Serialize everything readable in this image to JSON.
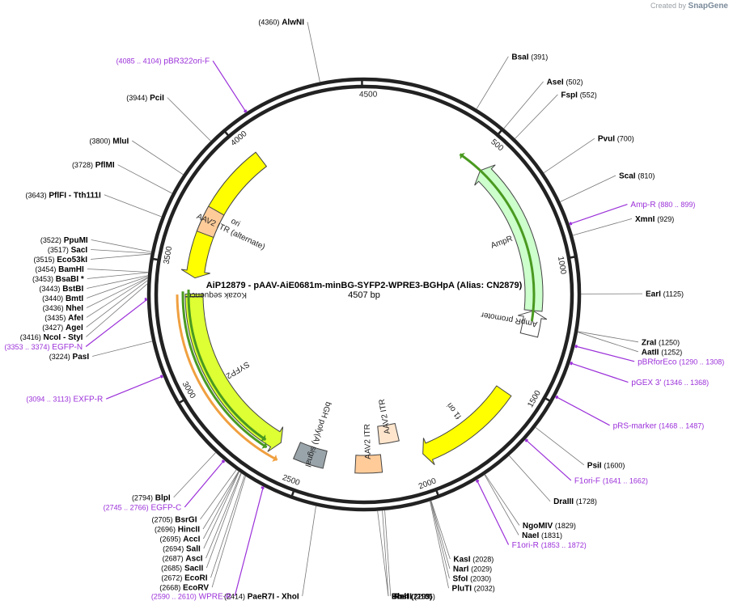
{
  "watermark": {
    "prefix": "Created by",
    "brand": "SnapGene"
  },
  "map": {
    "title": "AiP12879 - pAAV-AiE0681m-minBG-SYFP2-WPRE3-BGHpA (Alias: CN2879)",
    "length_label": "4507 bp",
    "total_bp": 4507
  },
  "ticks": [
    {
      "bp": 500,
      "label": "500"
    },
    {
      "bp": 1000,
      "label": "1000"
    },
    {
      "bp": 1500,
      "label": "1500"
    },
    {
      "bp": 2000,
      "label": "2000"
    },
    {
      "bp": 2500,
      "label": "2500"
    },
    {
      "bp": 3000,
      "label": "3000"
    },
    {
      "bp": 3500,
      "label": "3500"
    },
    {
      "bp": 4000,
      "label": "4000"
    },
    {
      "bp": 4500,
      "label": "4500"
    }
  ],
  "features": [
    {
      "name": "ori",
      "label": "ori",
      "start": 3450,
      "end": 4040,
      "dir": -1,
      "color": "#ffff00",
      "track": "mid"
    },
    {
      "name": "AmpR",
      "label": "AmpR",
      "start": 540,
      "end": 1195,
      "dir": -1,
      "color": "#ccffcc",
      "track": "mid"
    },
    {
      "name": "AmpR promoter",
      "label": "AmpR promoter",
      "start": 1196,
      "end": 1300,
      "dir": -1,
      "color": "#ffffff",
      "track": "mid"
    },
    {
      "name": "f1 ori",
      "label": "f1 ori",
      "start": 1560,
      "end": 2000,
      "dir": 1,
      "color": "#ffff00",
      "track": "mid"
    },
    {
      "name": "AAV2 ITR",
      "label": "AAV2 ITR",
      "start": 2085,
      "end": 2180,
      "dir": 0,
      "color": "#ffe5cc",
      "track": "inner"
    },
    {
      "name": "AAV2 ITR 2",
      "label": "AAV2 ITR",
      "start": 2180,
      "end": 2290,
      "dir": 0,
      "color": "#ffcc99",
      "track": "mid"
    },
    {
      "name": "bGH poly(A) signal",
      "label": "bGH poly(A) signal",
      "start": 2420,
      "end": 2545,
      "dir": 0,
      "color": "#99a4aa",
      "track": "mid"
    },
    {
      "name": "SYFP2",
      "label": "SYFP2",
      "start": 2620,
      "end": 3370,
      "dir": -1,
      "color": "#ddff33",
      "track": "mid"
    },
    {
      "name": "Kozak sequence",
      "label": "Kozak sequence",
      "start": 3372,
      "end": 3382,
      "dir": 0,
      "color": "#ddff33",
      "track": "mid"
    },
    {
      "name": "AAV2 ITR (alternate)",
      "label": "AAV2 ITR (alternate)",
      "start": 3640,
      "end": 3750,
      "dir": 0,
      "color": "#ffcc99",
      "track": "mid"
    }
  ],
  "primers": [
    {
      "name": "Amp-R",
      "range": "(880 .. 899)",
      "bp": 890
    },
    {
      "name": "pBRforEco",
      "range": "(1290 .. 1308)",
      "bp": 1299
    },
    {
      "name": "pGEX 3'",
      "range": "(1346 .. 1368)",
      "bp": 1357
    },
    {
      "name": "pRS-marker",
      "range": "(1468 .. 1487)",
      "bp": 1478
    },
    {
      "name": "F1ori-F",
      "range": "(1641 .. 1662)",
      "bp": 1652
    },
    {
      "name": "F1ori-R",
      "range": "(1853 .. 1872)",
      "bp": 1862
    },
    {
      "name": "WPRE-R",
      "range": "(2590 .. 2610)",
      "bp": 2600
    },
    {
      "name": "EGFP-C",
      "range": "(2745 .. 2766)",
      "bp": 2756
    },
    {
      "name": "EXFP-R",
      "range": "(3094 .. 3113)",
      "bp": 3104
    },
    {
      "name": "EGFP-N",
      "range": "(3353 .. 3374)",
      "bp": 3364
    },
    {
      "name": "pBR322ori-F",
      "range": "(4085 .. 4104)",
      "bp": 4095
    }
  ],
  "primer_arrows": [
    {
      "start": 2600,
      "end": 3380,
      "color": "#f0a040",
      "dir": -1,
      "track": 1
    },
    {
      "start": 2660,
      "end": 3392,
      "color": "#4a9a20",
      "dir": -1,
      "track": 2
    },
    {
      "start": 2680,
      "end": 3400,
      "color": "#4a9a20",
      "dir": -1,
      "track": 3
    },
    {
      "start": 430,
      "end": 1240,
      "color": "#4a9a20",
      "dir": -1,
      "track": 4
    }
  ],
  "sites": [
    {
      "name": "AlwNI",
      "pos": "(4360)",
      "bp": 4360
    },
    {
      "name": "BsaI",
      "pos": "(391)",
      "bp": 391
    },
    {
      "name": "AseI",
      "pos": "(502)",
      "bp": 502
    },
    {
      "name": "FspI",
      "pos": "(552)",
      "bp": 552
    },
    {
      "name": "PvuI",
      "pos": "(700)",
      "bp": 700
    },
    {
      "name": "ScaI",
      "pos": "(810)",
      "bp": 810
    },
    {
      "name": "XmnI",
      "pos": "(929)",
      "bp": 929
    },
    {
      "name": "EarI",
      "pos": "(1125)",
      "bp": 1125
    },
    {
      "name": "ZraI",
      "pos": "(1250)",
      "bp": 1250
    },
    {
      "name": "AatII",
      "pos": "(1252)",
      "bp": 1252
    },
    {
      "name": "PsiI",
      "pos": "(1600)",
      "bp": 1600
    },
    {
      "name": "DraIII",
      "pos": "(1728)",
      "bp": 1728
    },
    {
      "name": "NgoMIV",
      "pos": "(1829)",
      "bp": 1829
    },
    {
      "name": "NaeI",
      "pos": "(1831)",
      "bp": 1831
    },
    {
      "name": "KasI",
      "pos": "(2028)",
      "bp": 2028
    },
    {
      "name": "NarI",
      "pos": "(2029)",
      "bp": 2029
    },
    {
      "name": "SfoI",
      "pos": "(2030)",
      "bp": 2030
    },
    {
      "name": "PluTI",
      "pos": "(2032)",
      "bp": 2032
    },
    {
      "name": "RsrII",
      "pos": "(2185)",
      "bp": 2185
    },
    {
      "name": "PmlI",
      "pos": "(2193)",
      "bp": 2193
    },
    {
      "name": "BbsI",
      "pos": "(2209)",
      "bp": 2209
    },
    {
      "name": "PaeR7I - XhoI",
      "pos": "(2414)",
      "bp": 2414
    },
    {
      "name": "EcoRV",
      "pos": "(2668)",
      "bp": 2668
    },
    {
      "name": "EcoRI",
      "pos": "(2672)",
      "bp": 2672
    },
    {
      "name": "SacII",
      "pos": "(2685)",
      "bp": 2685
    },
    {
      "name": "AscI",
      "pos": "(2687)",
      "bp": 2687
    },
    {
      "name": "SalI",
      "pos": "(2694)",
      "bp": 2694
    },
    {
      "name": "AccI",
      "pos": "(2695)",
      "bp": 2695
    },
    {
      "name": "HincII",
      "pos": "(2696)",
      "bp": 2696
    },
    {
      "name": "BsrGI",
      "pos": "(2705)",
      "bp": 2705
    },
    {
      "name": "BlpI",
      "pos": "(2794)",
      "bp": 2794
    },
    {
      "name": "PasI",
      "pos": "(3224)",
      "bp": 3224
    },
    {
      "name": "NcoI - StyI",
      "pos": "(3416)",
      "bp": 3416
    },
    {
      "name": "AgeI",
      "pos": "(3427)",
      "bp": 3427
    },
    {
      "name": "AfeI",
      "pos": "(3435)",
      "bp": 3435
    },
    {
      "name": "NheI",
      "pos": "(3436)",
      "bp": 3436
    },
    {
      "name": "BmtI",
      "pos": "(3440)",
      "bp": 3440
    },
    {
      "name": "BstBI",
      "pos": "(3443)",
      "bp": 3443
    },
    {
      "name": "BsaBI *",
      "pos": "(3453)",
      "bp": 3453
    },
    {
      "name": "BamHI",
      "pos": "(3454)",
      "bp": 3454
    },
    {
      "name": "Eco53kI",
      "pos": "(3515)",
      "bp": 3515
    },
    {
      "name": "SacI",
      "pos": "(3517)",
      "bp": 3517
    },
    {
      "name": "PpuMI",
      "pos": "(3522)",
      "bp": 3522
    },
    {
      "name": "PflFI - Tth111I",
      "pos": "(3643)",
      "bp": 3643
    },
    {
      "name": "PflMI",
      "pos": "(3728)",
      "bp": 3728
    },
    {
      "name": "MluI",
      "pos": "(3800)",
      "bp": 3800
    },
    {
      "name": "PciI",
      "pos": "(3944)",
      "bp": 3944
    }
  ]
}
